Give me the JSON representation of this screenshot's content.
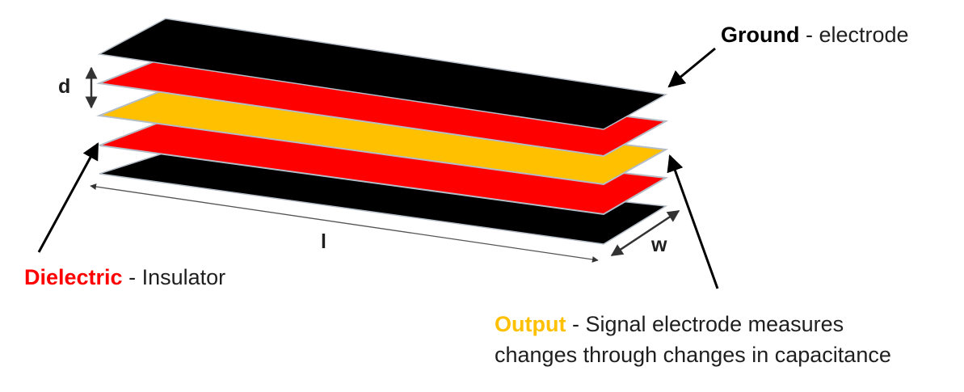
{
  "colors": {
    "ground": "#000000",
    "dielectric": "#ff0000",
    "output": "#ffc000",
    "edge": "#b4bcc6",
    "arrow": "#000000"
  },
  "labels": {
    "ground": {
      "keyword": "Ground",
      "rest": " - electrode"
    },
    "dielectric": {
      "keyword": "Dielectric",
      "rest": " - Insulator"
    },
    "output": {
      "keyword": "Output",
      "rest_line1": " - Signal electrode measures",
      "line2": "changes through changes in capacitance"
    }
  },
  "dimensions": {
    "d": "d",
    "l": "l",
    "w": "w"
  }
}
